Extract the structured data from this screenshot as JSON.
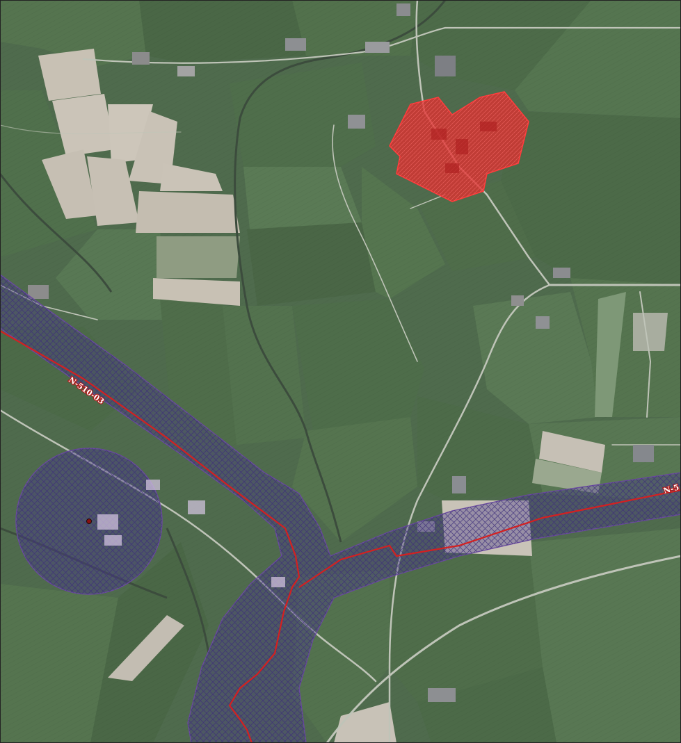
{
  "map": {
    "layers": {
      "imagery": "aerial-photo",
      "pipeline_corridor": {
        "fill_color": "#4a3a8a",
        "hatch_color": "#3d2d7a",
        "outline_color": "#6a4aa0",
        "centerline_color": "#d42020"
      },
      "highlight_zone": {
        "fill_color": "#e03030",
        "outline_color": "#ff3b3b"
      }
    },
    "labels": {
      "pipeline_main": "N-510-03",
      "pipeline_east": "N-5"
    },
    "colors": {
      "field_dark": "#4b6848",
      "field_light": "#5a7a55",
      "bare_soil": "#c9c2b6",
      "road": "#b8bdb0",
      "ditch": "#3b4a3c"
    }
  }
}
